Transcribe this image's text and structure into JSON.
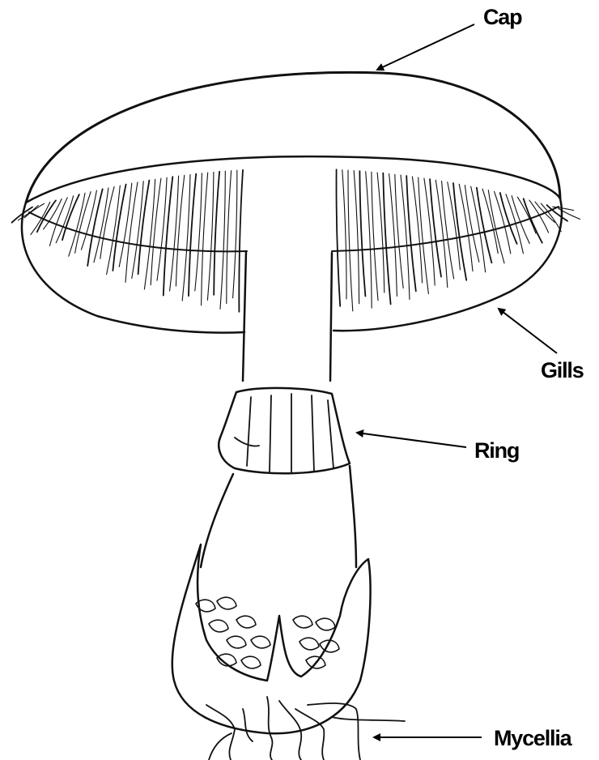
{
  "labels": {
    "cap": "Cap",
    "gills": "Gills",
    "ring": "Ring",
    "mycellia": "Mycellia"
  },
  "colors": {
    "ink": "#111111",
    "background": "#ffffff"
  }
}
